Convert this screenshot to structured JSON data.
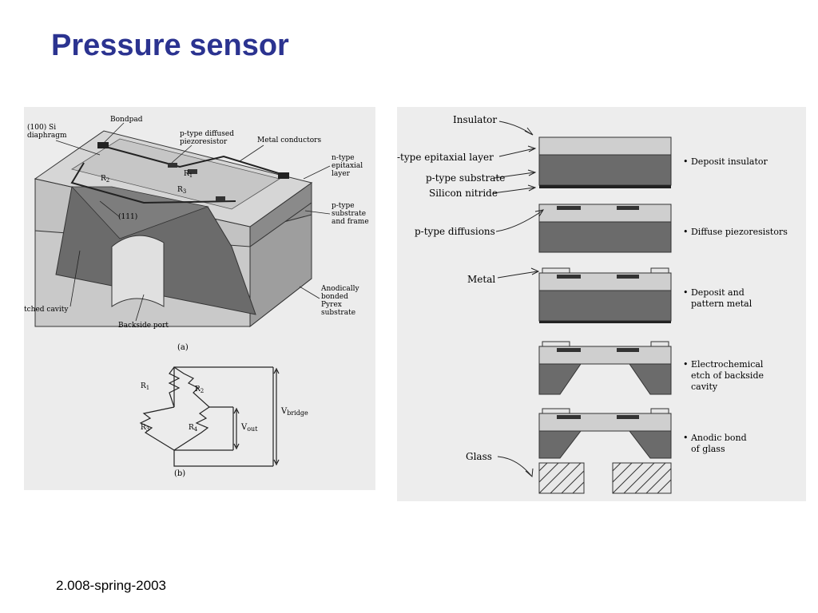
{
  "slide": {
    "title": "Pressure sensor",
    "footer": "2.008-spring-2003"
  },
  "figure_a": {
    "labels": {
      "bondpad": "Bondpad",
      "si_100": "(100) Si",
      "diaphragm": "diaphragm",
      "ptype_diffused": "p-type diffused",
      "piezoresistor": "piezoresistor",
      "metal_conductors": "Metal conductors",
      "ntype": "n-type",
      "epitaxial": "epitaxial",
      "layer": "layer",
      "ptype": "p-type",
      "substrate": "substrate",
      "and_frame": "and frame",
      "anodically": "Anodically",
      "bonded": "bonded",
      "pyrex": "Pyrex",
      "pyrex_substrate": "substrate",
      "etched_cavity": "tched cavity",
      "backside_port": "Backside port",
      "plane_111": "(111)",
      "r1": "R",
      "r1_sub": "1",
      "r2": "R",
      "r2_sub": "2",
      "r3": "R",
      "r3_sub": "3",
      "caption": "(a)"
    }
  },
  "figure_b": {
    "labels": {
      "r1": "R",
      "r1_sub": "1",
      "r2": "R",
      "r2_sub": "2",
      "r3": "R",
      "r3_sub": "3",
      "r4": "R",
      "r4_sub": "4",
      "vout": "V",
      "vout_sub": "out",
      "vbridge": "V",
      "vbridge_sub": "bridge",
      "caption": "(b)"
    }
  },
  "process": {
    "labels": {
      "insulator": "Insulator",
      "epitaxial_layer": "-type epitaxial layer",
      "ptype_substrate": "p-type substrate",
      "silicon_nitride": "Silicon nitride",
      "ptype_diffusions": "p-type diffusions",
      "metal": "Metal",
      "glass": "Glass"
    },
    "steps": [
      {
        "line1": "• Deposit insulator",
        "line2": "",
        "line3": ""
      },
      {
        "line1": "• Diffuse piezoresistors",
        "line2": "",
        "line3": ""
      },
      {
        "line1": "• Deposit and",
        "line2": "pattern metal",
        "line3": ""
      },
      {
        "line1": "• Electrochemical",
        "line2": "etch of backside",
        "line3": "cavity"
      },
      {
        "line1": "• Anodic bond",
        "line2": "of glass",
        "line3": ""
      }
    ]
  },
  "colors": {
    "title": "#2b3390",
    "panel_bg": "#ececec",
    "dark_gray": "#6b6b6b",
    "mid_gray": "#a8a8a8",
    "light_gray": "#cfcfcf"
  }
}
